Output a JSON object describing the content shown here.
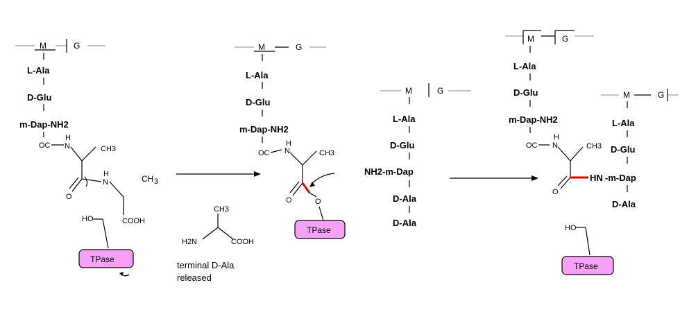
{
  "sugars": {
    "m": "M",
    "g": "G"
  },
  "peptide": {
    "l_ala": "L-Ala",
    "d_glu": "D-Glu",
    "m_dap_nh2": "m-Dap-NH2",
    "nh2_m_dap": "NH2-m-Dap",
    "hn": "HN",
    "m_dap": "-m-Dap",
    "d_ala": "D-Ala"
  },
  "atoms": {
    "oc": "OC",
    "n": "N",
    "h": "H",
    "ch3": "CH3",
    "ch3_main": "CH",
    "ch3_sub": "3",
    "o": "O",
    "cooh": "COOH",
    "ho": "HO",
    "h2n": "H2N"
  },
  "enzyme": {
    "label": "TPase"
  },
  "captions": {
    "released_line1": "terminal D-Ala",
    "released_line2": "released"
  }
}
